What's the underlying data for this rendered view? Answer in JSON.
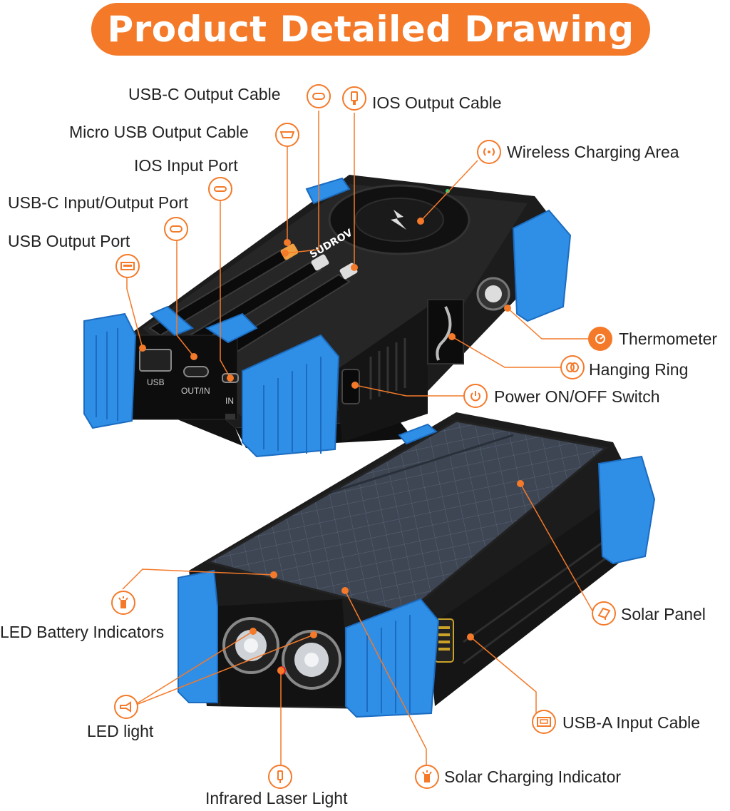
{
  "title": "Product  Detailed Drawing",
  "brand": "SUDROV",
  "device_ports": {
    "usb": "USB",
    "out_in": "OUT/IN",
    "in": "IN"
  },
  "labels": {
    "usbc_output_cable": "USB-C Output Cable",
    "ios_output_cable": "IOS Output Cable",
    "micro_usb_output_cable": "Micro USB Output Cable",
    "wireless_charging_area": "Wireless Charging Area",
    "ios_input_port": "IOS Input Port",
    "usbc_input_output_port": "USB-C Input/Output Port",
    "usb_output_port": "USB Output Port",
    "thermometer": "Thermometer",
    "hanging_ring": "Hanging Ring",
    "power_switch": "Power ON/OFF Switch",
    "solar_panel": "Solar Panel",
    "led_battery_indicators": "LED Battery Indicators",
    "led_light": "LED light",
    "usba_input_cable": "USB-A Input Cable",
    "solar_charging_indicator": "Solar Charging Indicator",
    "infrared_laser_light": "Infrared Laser Light"
  },
  "colors": {
    "accent": "#f47a2a",
    "bumper": "#2f8ee6",
    "body": "#1c1c1c",
    "panel": "#3e4654"
  }
}
